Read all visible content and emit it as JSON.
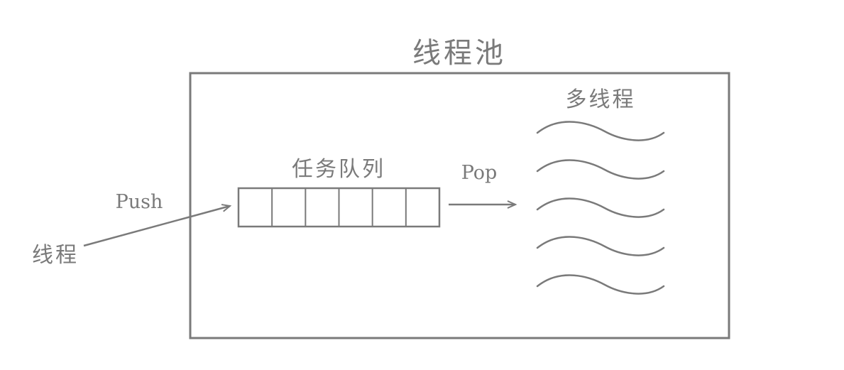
{
  "diagram": {
    "title": "线程池",
    "threads_label": "多线程",
    "queue_label": "任务队列",
    "push_label": "Push",
    "pop_label": "Pop",
    "producer_label": "线程",
    "queue_slot_count": 6,
    "thread_count": 5,
    "colors": {
      "stroke": "#7a7a7a",
      "background": "#ffffff"
    }
  }
}
